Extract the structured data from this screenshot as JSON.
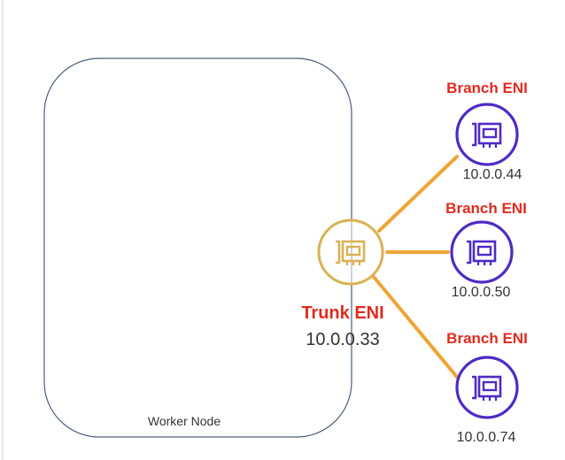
{
  "diagram": {
    "worker_node": {
      "label": "Worker Node"
    },
    "trunk": {
      "title": "Trunk ENI",
      "ip": "10.0.0.33",
      "color": "#d9b154"
    },
    "branches": [
      {
        "title": "Branch ENI",
        "ip": "10.0.0.44"
      },
      {
        "title": "Branch ENI",
        "ip": "10.0.0.50"
      },
      {
        "title": "Branch ENI",
        "ip": "10.0.0.74"
      }
    ],
    "colors": {
      "branch_icon": "#4f2bc4",
      "connector": "#f0a436",
      "title_red": "#e02b20",
      "node_border": "#4a5d7a",
      "text": "#333333"
    },
    "icons": {
      "eni": "network-card-icon"
    }
  }
}
